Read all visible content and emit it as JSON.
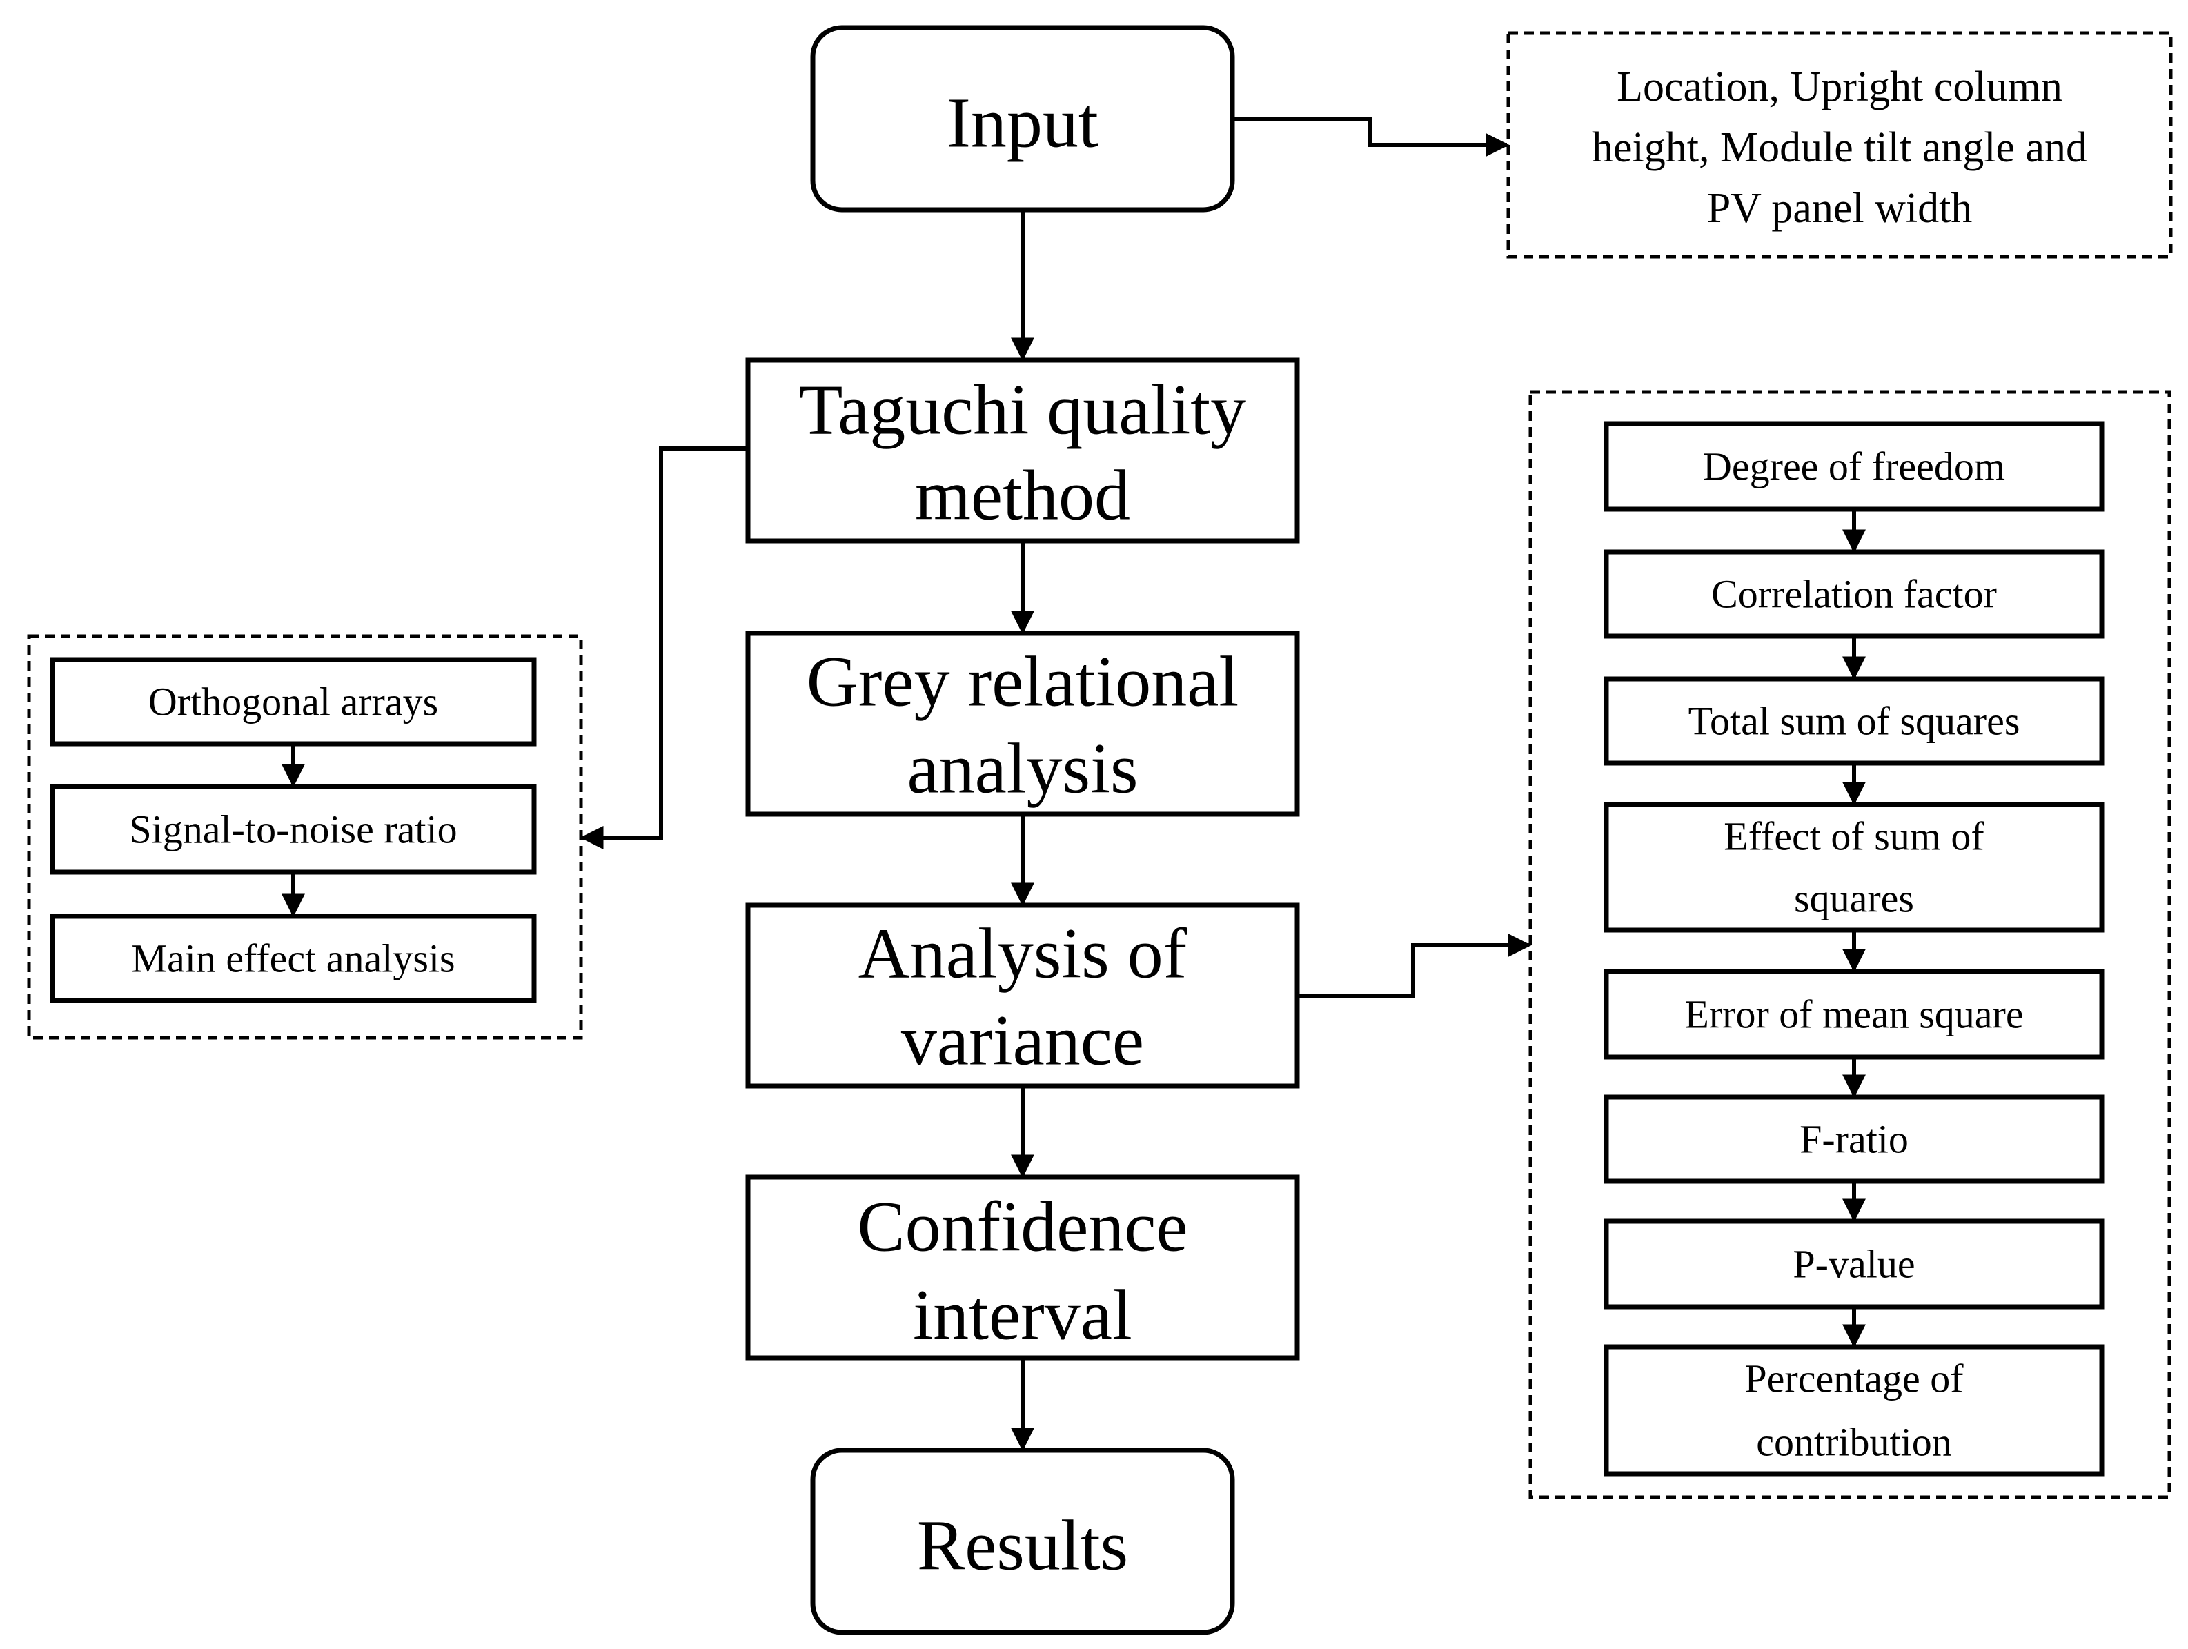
{
  "main_flow": {
    "input": "Input",
    "taguchi": [
      "Taguchi quality",
      "method"
    ],
    "grey": [
      "Grey relational",
      "analysis"
    ],
    "anova": [
      "Analysis of",
      "variance"
    ],
    "confidence": [
      "Confidence",
      "interval"
    ],
    "results": "Results"
  },
  "input_params": [
    "Location, Upright column",
    "height, Module tilt angle and",
    "PV panel width"
  ],
  "taguchi_steps": [
    "Orthogonal arrays",
    "Signal-to-noise ratio",
    "Main effect analysis"
  ],
  "anova_steps": {
    "dof": "Degree of freedom",
    "correlation": "Correlation factor",
    "total_ss": "Total sum of squares",
    "effect_ss": [
      "Effect of sum of",
      "squares"
    ],
    "error_ms": "Error of mean square",
    "f_ratio": "F-ratio",
    "p_value": "P-value",
    "contribution": [
      "Percentage of",
      "contribution"
    ]
  }
}
